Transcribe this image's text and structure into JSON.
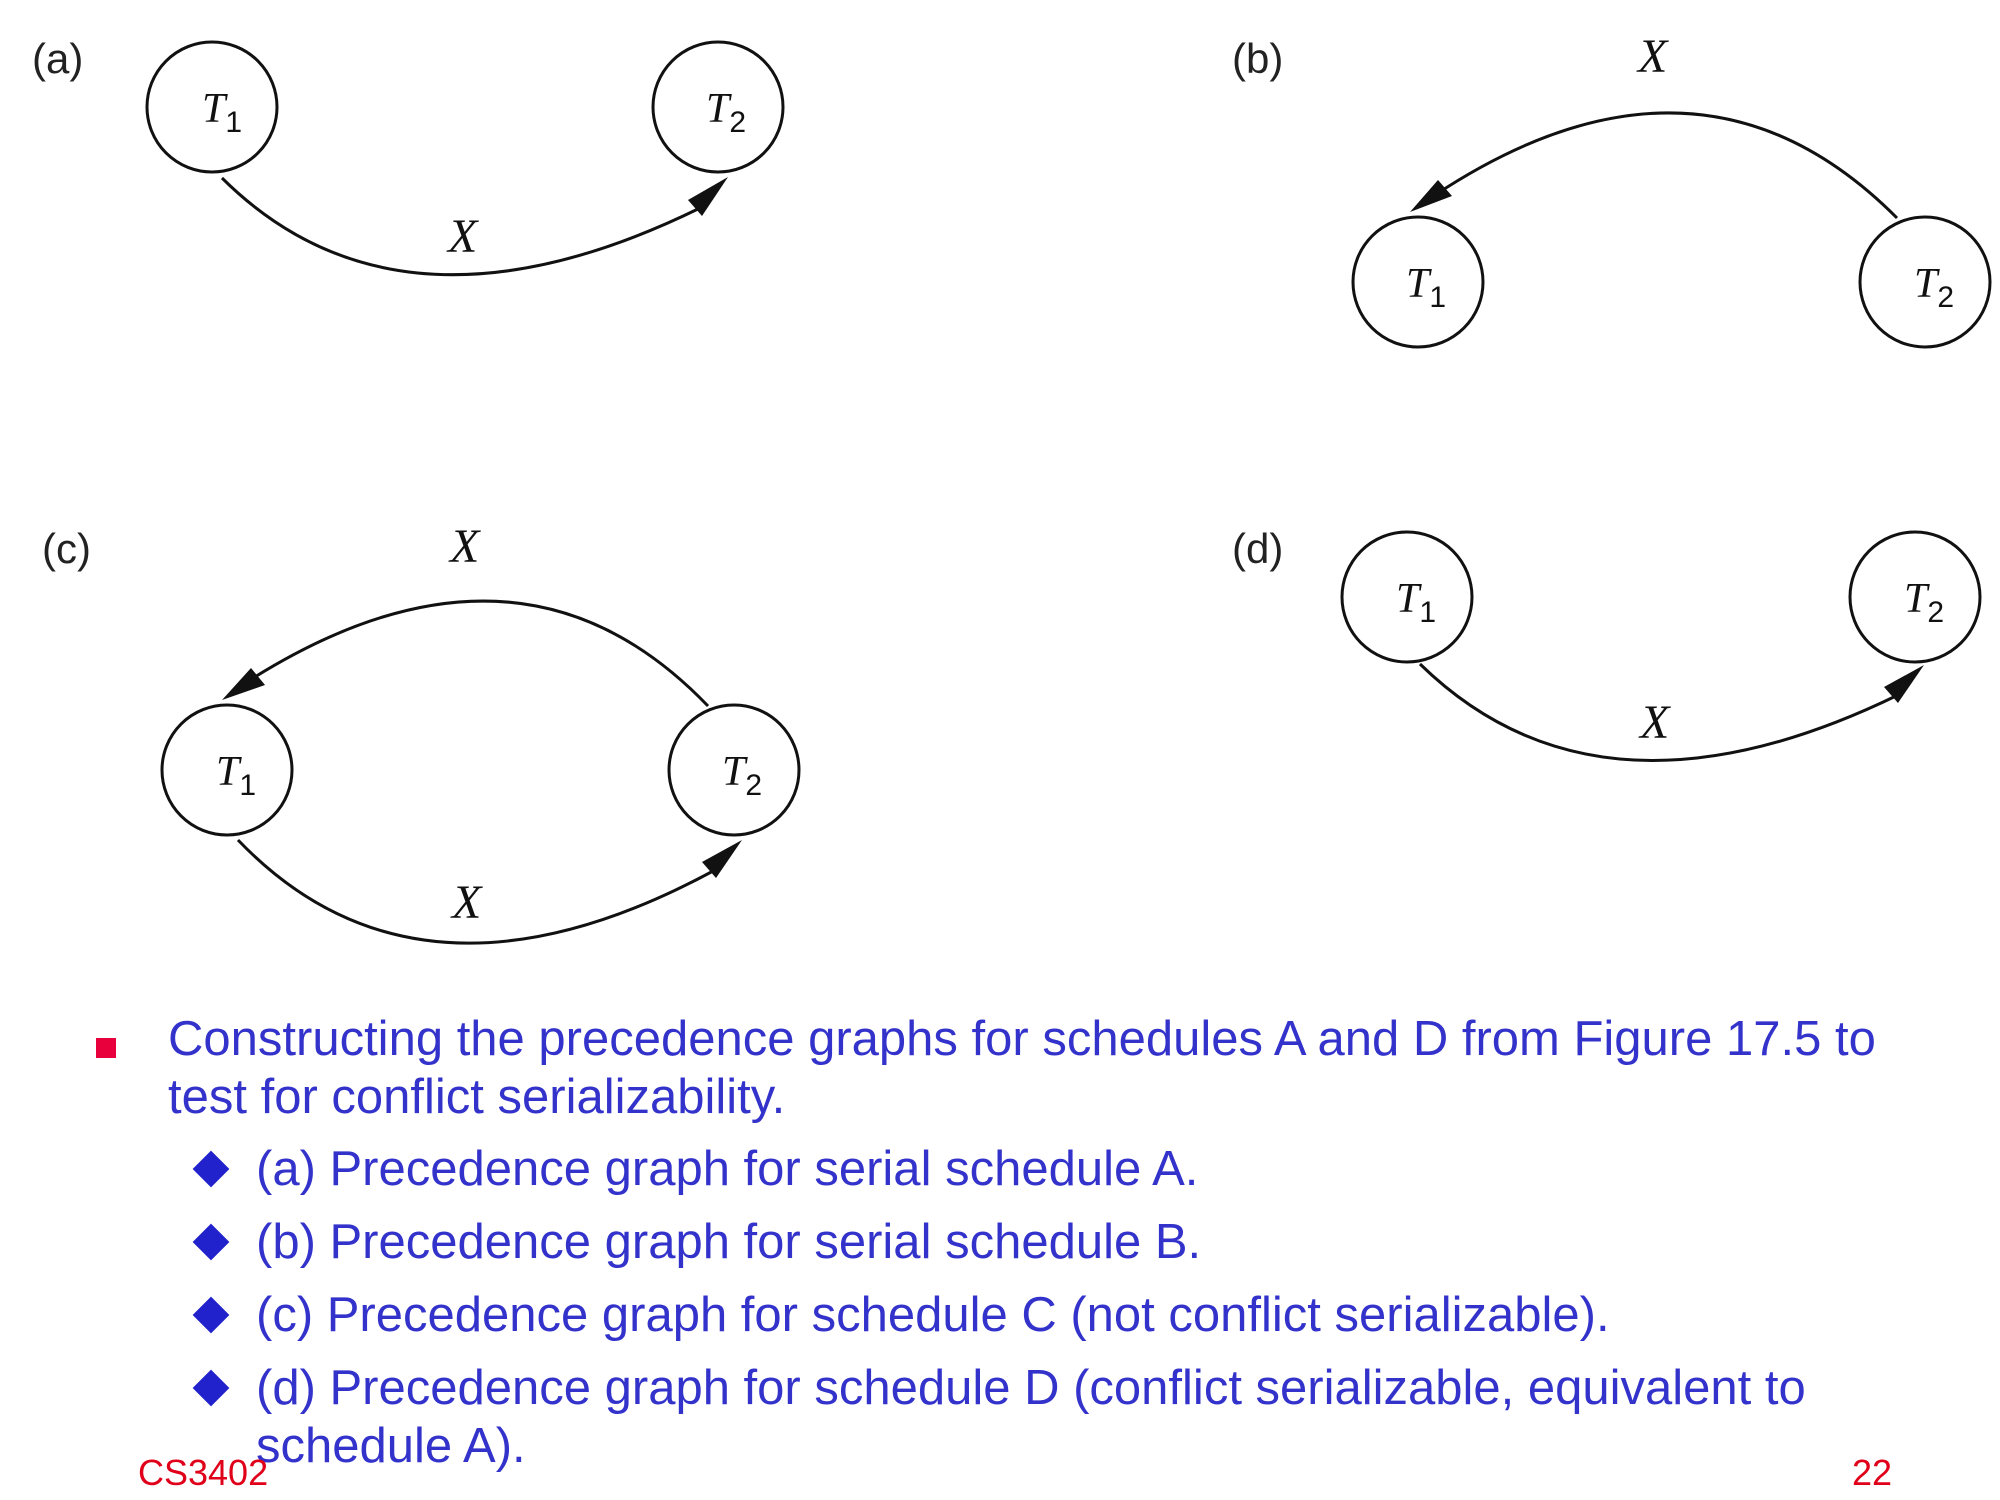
{
  "figure": {
    "panels": [
      {
        "label": "(a)",
        "node1": "T",
        "node1_sub": "1",
        "node2": "T",
        "node2_sub": "2",
        "edges": [
          {
            "from": "T1",
            "to": "T2",
            "label": "X"
          }
        ]
      },
      {
        "label": "(b)",
        "node1": "T",
        "node1_sub": "1",
        "node2": "T",
        "node2_sub": "2",
        "edges": [
          {
            "from": "T2",
            "to": "T1",
            "label": "X"
          }
        ]
      },
      {
        "label": "(c)",
        "node1": "T",
        "node1_sub": "1",
        "node2": "T",
        "node2_sub": "2",
        "edges": [
          {
            "from": "T2",
            "to": "T1",
            "label": "X"
          },
          {
            "from": "T1",
            "to": "T2",
            "label": "X"
          }
        ]
      },
      {
        "label": "(d)",
        "node1": "T",
        "node1_sub": "1",
        "node2": "T",
        "node2_sub": "2",
        "edges": [
          {
            "from": "T1",
            "to": "T2",
            "label": "X"
          }
        ]
      }
    ]
  },
  "caption": {
    "main_line1": "Constructing the precedence graphs for schedules A and D from Figure 17.5 to",
    "main_line2": "test for conflict serializability.",
    "items": [
      "(a) Precedence graph for serial schedule A.",
      "(b) Precedence graph for serial schedule B.",
      "(c) Precedence graph for schedule C (not conflict serializable).",
      "(d) Precedence graph for schedule D (conflict serializable, equivalent to"
    ],
    "item4_cont": "schedule A)."
  },
  "footer": {
    "course": "CS3402",
    "page": "22"
  },
  "colors": {
    "text": "#3333cc",
    "bullet": "#e8003c",
    "footer": "#e0001a"
  }
}
